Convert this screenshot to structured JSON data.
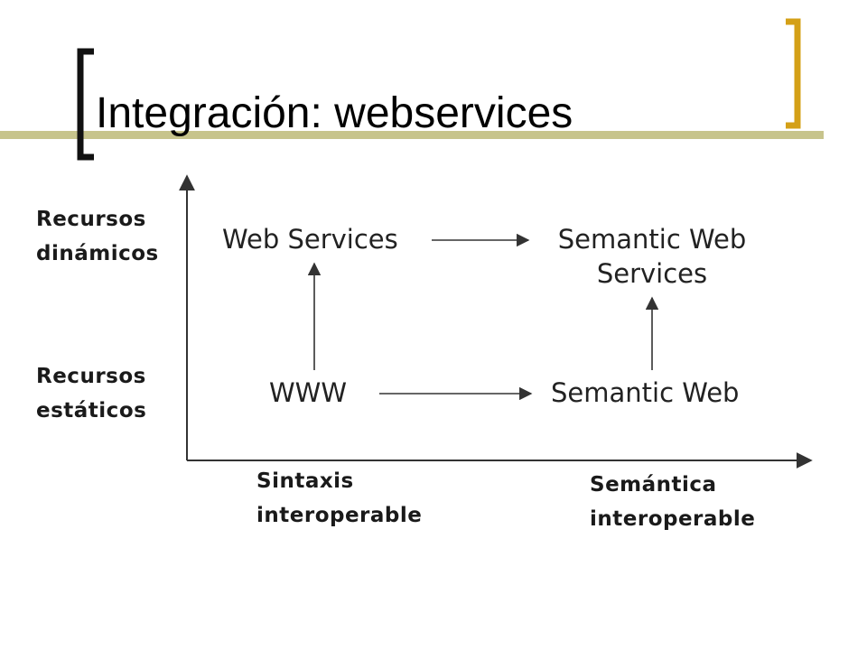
{
  "title": "Integración: webservices",
  "colors": {
    "olive_bar": "#c7c48c",
    "left_bracket": "#111111",
    "right_bracket": "#d4a017"
  },
  "diagram": {
    "y_axis": {
      "top_label": [
        "Recursos",
        "dinámicos"
      ],
      "bottom_label": [
        "Recursos",
        "estáticos"
      ]
    },
    "x_axis": {
      "left_label": [
        "Sintaxis",
        "interoperable"
      ],
      "right_label": [
        "Semántica",
        "interoperable"
      ]
    },
    "nodes": {
      "web_services": "Web Services",
      "semantic_web_services": [
        "Semantic Web",
        "Services"
      ],
      "www": "WWW",
      "semantic_web": "Semantic Web"
    }
  }
}
